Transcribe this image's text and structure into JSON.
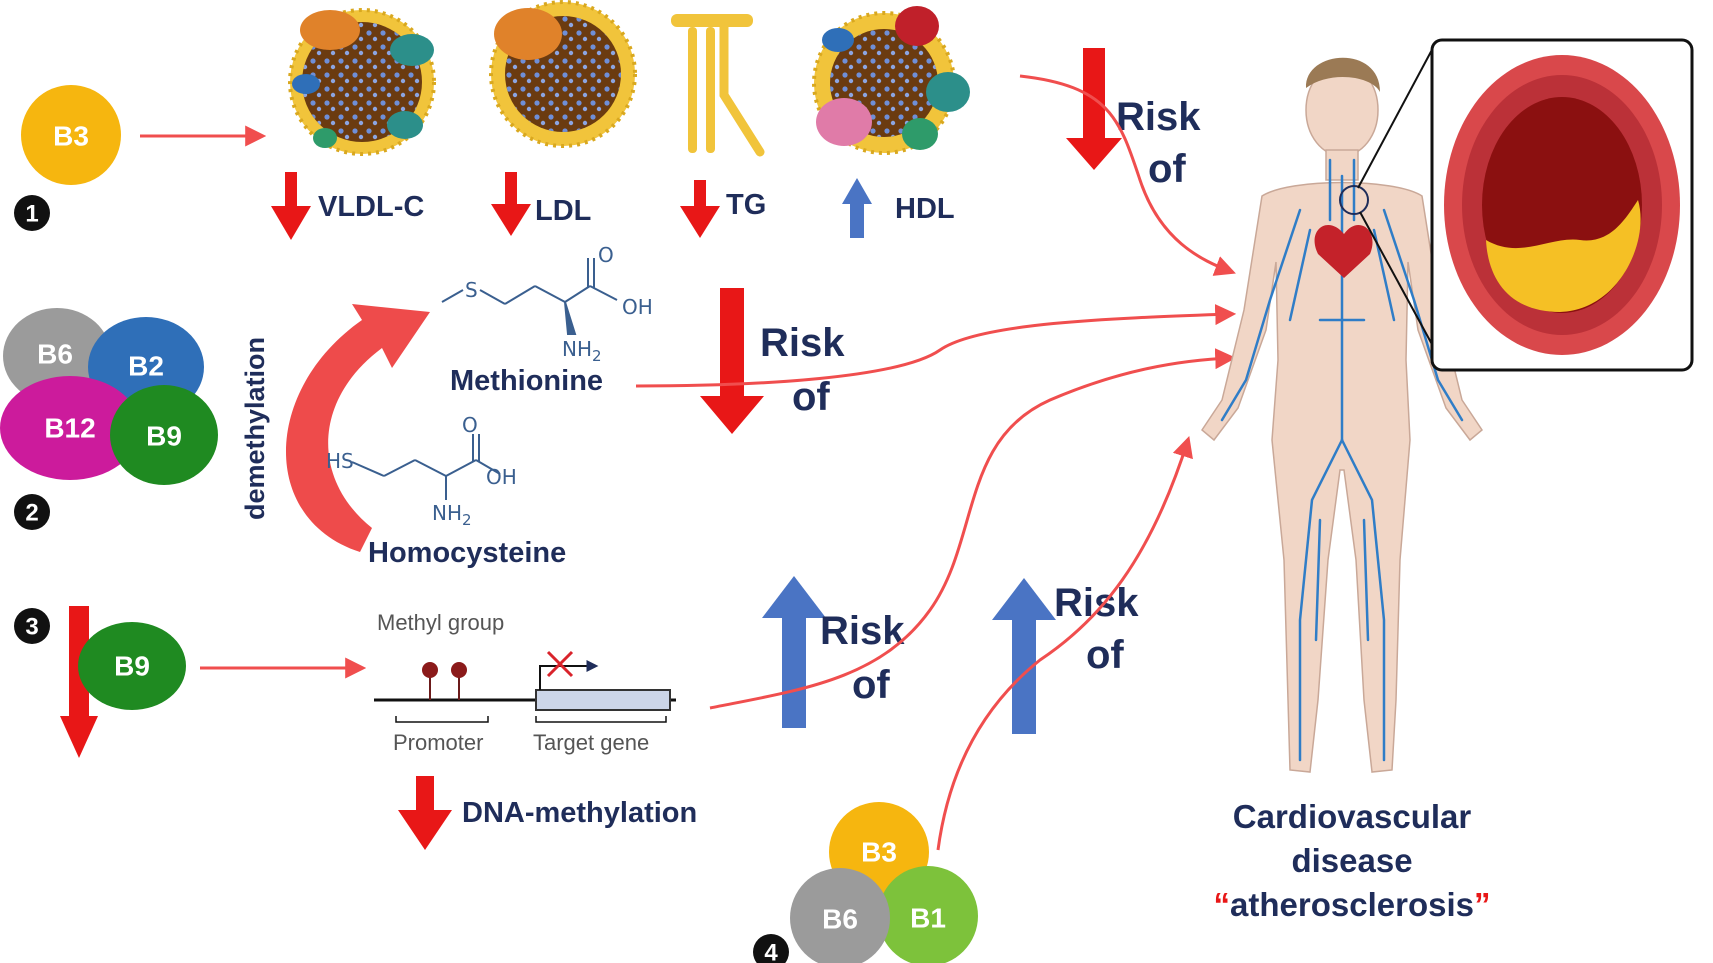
{
  "pathways": {
    "p1": {
      "number": "1",
      "vitamin": "B3",
      "lipids": [
        {
          "direction": "down",
          "label": "VLDL-C"
        },
        {
          "direction": "down",
          "label": "LDL"
        },
        {
          "direction": "down",
          "label": "TG"
        },
        {
          "direction": "up",
          "label": "HDL"
        }
      ],
      "risk": {
        "direction": "down",
        "line1": "Risk",
        "line2": "of"
      }
    },
    "p2": {
      "number": "2",
      "vitamins": [
        "B6",
        "B2",
        "B12",
        "B9"
      ],
      "process": "demethylation",
      "methionine": {
        "name": "Methionine",
        "s": "S",
        "oh": "OH",
        "o": "O",
        "nh2": "NH",
        "sub2": "2"
      },
      "homocysteine": {
        "name": "Homocysteine",
        "hs": "HS",
        "oh": "OH",
        "o": "O",
        "nh2": "NH",
        "sub2": "2"
      },
      "risk": {
        "direction": "down",
        "line1": "Risk",
        "line2": "of"
      }
    },
    "p3": {
      "number": "3",
      "vitamin": "B9",
      "vitamin_direction": "down",
      "methyl_group": "Methyl group",
      "promoter": "Promoter",
      "target_gene": "Target gene",
      "dna": {
        "direction": "down",
        "label": "DNA-methylation"
      },
      "risk": {
        "direction": "up",
        "line1": "Risk",
        "line2": "of"
      }
    },
    "p4": {
      "number": "4",
      "vitamins": [
        "B3",
        "B6",
        "B1"
      ],
      "risk": {
        "direction": "up",
        "line1": "Risk",
        "line2": "of"
      }
    }
  },
  "outcome": {
    "line1": "Cardiovascular",
    "line2": "disease",
    "line3": "atherosclerosis",
    "quote_open": "“",
    "quote_close": "”"
  },
  "colors": {
    "down_arrow": "#e81717",
    "up_arrow": "#4a74c4",
    "connector": "#f04e4e",
    "label_text": "#1f2d5a",
    "b3": "#f6b60f",
    "b6": "#9b9b9b",
    "b2": "#2f6fb8",
    "b12": "#cc1b9c",
    "b9": "#1f8a21",
    "b1": "#7dc23b",
    "artery_outer": "#d9484b",
    "artery_lumen": "#8b1010",
    "plaque": "#f5c025",
    "vessel": "#2f7dc7",
    "skin": "#f1d6c6"
  }
}
